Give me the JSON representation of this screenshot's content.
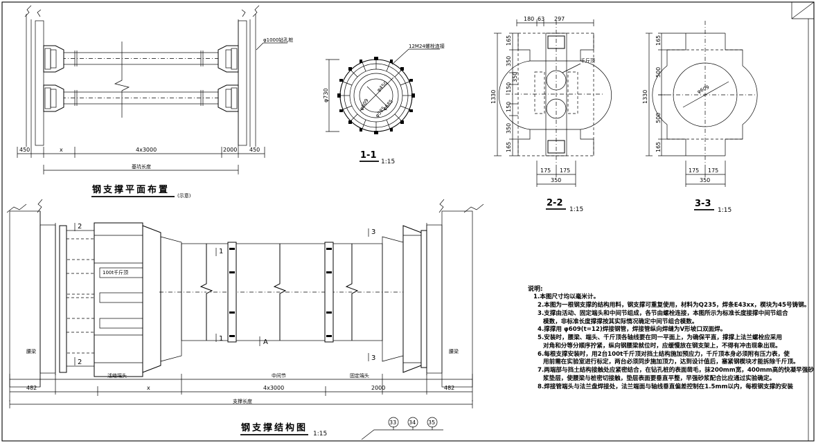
{
  "plan": {
    "title": "钢支撑平面布置",
    "title_suffix": "(示意)",
    "pile_label": "φ1000钻孔桩",
    "dims": [
      "450",
      "x",
      "4x3000",
      "2000",
      "450"
    ],
    "overall_label": "基坑长度"
  },
  "sec11": {
    "bolt_label": "12M24螺栓连接",
    "dia": "φ730",
    "d450": "φ450",
    "d609": "φ609",
    "d585": "φ585",
    "d685": "φ685",
    "label": "1-1",
    "scale": "1:15"
  },
  "sec22": {
    "top_dims": [
      "180",
      "63",
      "297"
    ],
    "v_dims": [
      "165",
      "350",
      "350",
      "150",
      "150",
      "350",
      "165"
    ],
    "total": "1330",
    "jack_label": "千斤顶",
    "bot_dims": [
      "175",
      "175"
    ],
    "bot_total": "350",
    "label": "2-2",
    "scale": "1:15"
  },
  "sec33": {
    "v_dims": [
      "165",
      "500",
      "500",
      "165"
    ],
    "total": "1330",
    "dia": "φ609",
    "bot_dims": [
      "175",
      "175"
    ],
    "bot_total": "350",
    "label": "3-3",
    "scale": "1:15"
  },
  "structure": {
    "title": "钢支撑结构图",
    "scale": "1:15",
    "jack_label": "100t千斤顶",
    "waler_left": "腰梁",
    "waler_right": "腰梁",
    "cut_marks": [
      "1",
      "1",
      "2",
      "2",
      "3",
      "3",
      "A"
    ],
    "segments": [
      "活络端头",
      "中间节",
      "固定端头"
    ],
    "dims": [
      "482",
      "x",
      "4x3000",
      "2000",
      "482"
    ],
    "overall_label": "支撑长度"
  },
  "notes": {
    "heading": "说明:",
    "items": [
      "1.本图尺寸均以毫米计。",
      "2.本图为一根钢支撑的结构用料，钢支撑可重复使用，材料为Q235，焊条E43xx，楔块为45号铸钢。",
      "3.支撑由活动、固定端头和中间节组成，各节由螺栓连接，本图所示为标准长度接撑中间节组合",
      "模数，非标准长度撑撑按其实际情况确定中间节组合模数。",
      "4.撑撑用 φ609(t=12)焊接钢管，焊接管纵向焊缝为V形坡口双面焊。",
      "5.安装时，腰梁、端头、千斤顶各轴线要在同一平面上，为确保平直，撑撑上法兰螺栓应采用",
      "对角和分等分顺序拧紧，纵向钢腰梁就位时，应缓慢放在钢支架上，不得有冲击现象出现。",
      "6.每根支撑安装时，用2台100t千斤顶对挡土结构施加预应力，千斤顶本身必须附有压力表，使",
      "用前需在实验室进行标定，两台必须同步施加顶力，达到设计值后，塞紧钢楔块才能拆除千斤顶。",
      "7.两端部与挡土结构接触处应紧密结合，在钻孔桩的表面凿毛，抹200mm宽，400mm高的快凝早强砂",
      "浆垫层，使腰梁与桩密切接触，垫层表面要垂直平整，早强砂浆配合比应通过实验确定。",
      "8.焊接管端头与法兰盘焊接处，法兰端面与轴线垂直偏差控制在1.5mm以内，每根钢支撑的安装"
    ]
  },
  "bubbles": [
    "33",
    "34",
    "35"
  ]
}
